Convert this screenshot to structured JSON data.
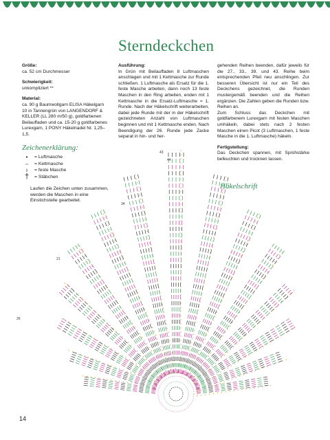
{
  "page": {
    "title": "Sterndeckchen",
    "page_number": "14",
    "accent_color": "#2f8a55"
  },
  "left": {
    "size_heading": "Größe:",
    "size_text": "ca. 52 cm Durchmesser",
    "difficulty_heading": "Schwierigkeit:",
    "difficulty_text": "unkompliziert **",
    "material_heading": "Material:",
    "material_text": "ca. 90 g Baumwollgarn ELISA Häkelgarn 10 in Tannengrün von LANGENDORF & KELLER (LL 280 m/50 g), goldfarbenen Beilauffaden und ca. 15-20 g goldfarbenes Lurexgarn, 1 PONY Häkelnadel Nr. 1,25–1,5."
  },
  "middle": {
    "heading": "Ausführung:",
    "text": "In Grün mit Beilauffaden 8 Luftmaschen anschlagen und mit 1 Kettmasche zur Runde schließen. 1 Luftmasche als Ersatz für die 1. feste Masche arbeiten, dann noch 13 feste Maschen in den Ring arbeiten, enden mit 1 Kettmasche in die Ersatz-Luftmasche = 1. Runde. Nach der Häkelschrift weiterarbeiten, dabei jede Runde mit der in der Häkelschrift gezeichneten Anzahl von Luftmaschen beginnen und mit 1 Kettmasche enden. Nach Beendigung der 26. Runde jede Zacke separat in hin- und her-"
  },
  "right": {
    "text1": "gehenden Reihen beenden, dafür jeweils für die 27., 33., 39. und 43. Reihe beim entsprechenden Pfeil neu anschlingen. Zur besseren Übersicht ist nur ein Teil des Deckchens gezeichnet, die Runden mustergemäß beenden und die Reihen ergänzen. Die Zahlen geben die Runden bzw. Reihen an.",
    "text2": "Zum Schluss das Deckchen mit goldfarbenem Lurexgarn mit festen Maschen umhäkeln, dabei stets nach 2 festen Maschen einen Picot (3 Luftmaschen, 1 feste Masche in die 1. Luftmasche) häkeln.",
    "finish_heading": "Fertigstellung:",
    "finish_text": "Das Deckchen spannen, mit Sprühstärke befeuchten und trocknen lassen."
  },
  "legend": {
    "heading": "Zeichenerklärung:",
    "items": [
      {
        "icon": "dot-icon",
        "label": "= Luftmasche"
      },
      {
        "icon": "arc-icon",
        "label": "= Kettmasche"
      },
      {
        "icon": "bar-icon",
        "label": "= feste Masche"
      },
      {
        "icon": "cross-icon",
        "label": "= Stäbchen"
      }
    ],
    "note": "Laufen die Zeichen unten zusammen, werden die Maschen in eine Einstichstelle gearbeitet."
  },
  "diagram": {
    "label": "Häkelschrift",
    "colors": {
      "green": "#3f9a5c",
      "pink": "#c0408f",
      "gold": "#b7962f",
      "dark": "#333333"
    },
    "top_labels": [
      "43",
      "44"
    ],
    "side_labels": [
      "26",
      "21",
      "34"
    ]
  }
}
